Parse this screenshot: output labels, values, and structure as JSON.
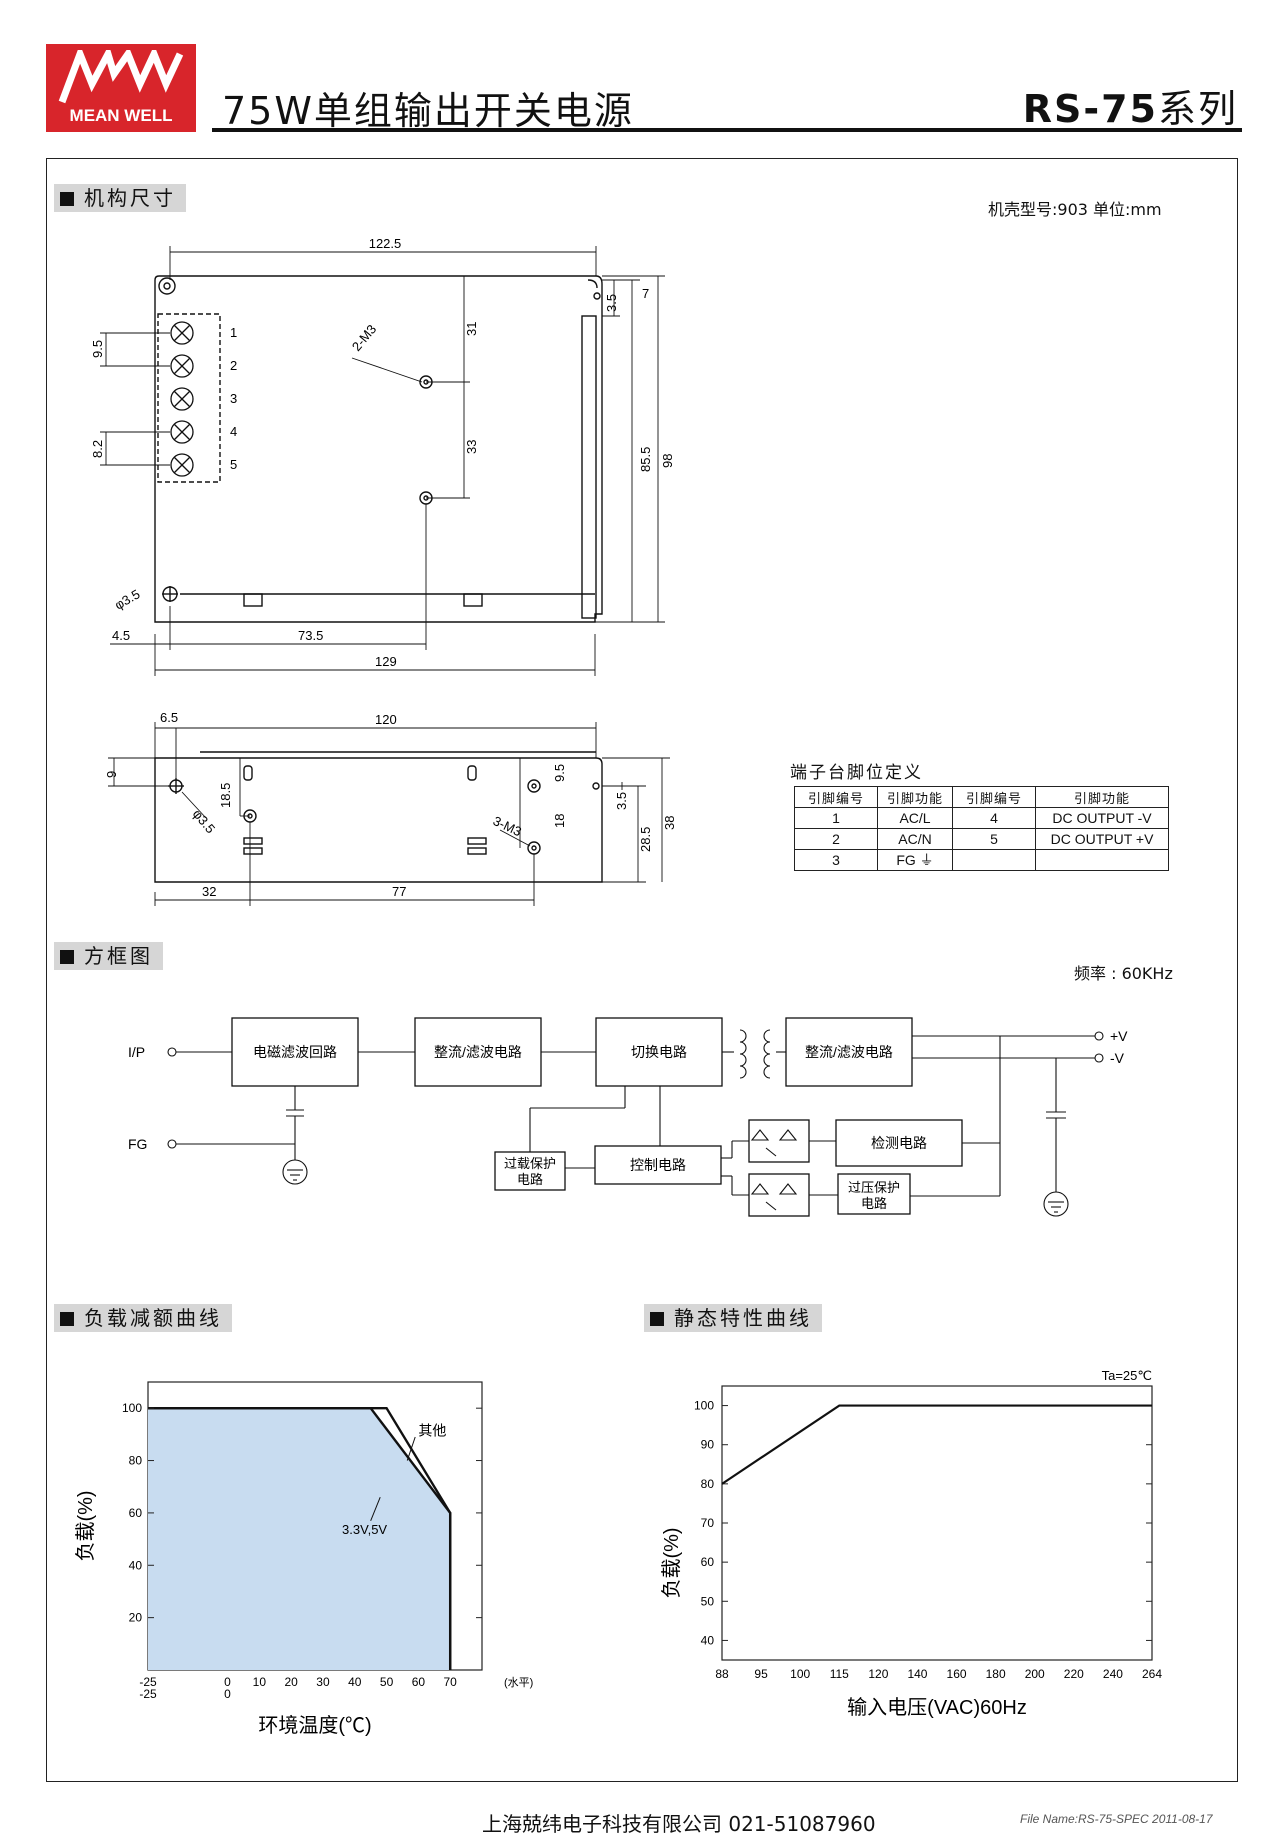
{
  "header": {
    "logo_text": "MEAN WELL",
    "title": "75W单组输出开关电源",
    "series": "RS-75",
    "series_suffix": "系列"
  },
  "sections": {
    "dimensions": "机构尺寸",
    "block_diagram": "方框图",
    "derating": "负载减额曲线",
    "static": "静态特性曲线"
  },
  "mech": {
    "case_note": "机壳型号:903  单位:mm",
    "top_dims": [
      "122.5",
      "7",
      "3.5",
      "31",
      "33",
      "85.5",
      "98",
      "9.5",
      "8.2",
      "2-M3",
      "φ3.5",
      "4.5",
      "73.5",
      "129"
    ],
    "terminals": [
      "1",
      "2",
      "3",
      "4",
      "5"
    ],
    "side_dims": [
      "6.5",
      "120",
      "9",
      "18.5",
      "φ3.5",
      "9.5",
      "18",
      "3-M3",
      "3.5",
      "28.5",
      "38",
      "32",
      "77"
    ]
  },
  "pin_table": {
    "title": "端子台脚位定义",
    "headers": [
      "引脚编号",
      "引脚功能",
      "引脚编号",
      "引脚功能"
    ],
    "rows": [
      [
        "1",
        "AC/L",
        "4",
        "DC OUTPUT -V"
      ],
      [
        "2",
        "AC/N",
        "5",
        "DC OUTPUT +V"
      ],
      [
        "3",
        "FG ⏚",
        "",
        ""
      ]
    ]
  },
  "block": {
    "freq": "频率 : 60KHz",
    "ip": "I/P",
    "fg": "FG",
    "vplus": "+V",
    "vminus": "-V",
    "emi": "电磁滤波回路",
    "rect1": "整流/滤波电路",
    "switch": "切换电路",
    "rect2": "整流/滤波电路",
    "ocp1": "过载保护",
    "ocp2": "电路",
    "control": "控制电路",
    "detect": "检测电路",
    "ovp1": "过压保护",
    "ovp2": "电路"
  },
  "chart_data": [
    {
      "type": "area",
      "title": "",
      "xlabel": "环境温度(℃)",
      "ylabel": "负载(%)",
      "x_unit_note": "(水平)",
      "x_ticks": [
        "-25",
        "0",
        "10",
        "20",
        "30",
        "40",
        "50",
        "60",
        "70"
      ],
      "x_ticks_secondary": [
        "-25",
        "0"
      ],
      "y_ticks": [
        "20",
        "40",
        "60",
        "80",
        "100"
      ],
      "xlim": [
        -25,
        80
      ],
      "ylim": [
        0,
        110
      ],
      "series": [
        {
          "name": "其他",
          "x": [
            -25,
            50,
            70,
            70
          ],
          "y": [
            100,
            100,
            60,
            0
          ]
        },
        {
          "name": "3.3V,5V",
          "x": [
            -25,
            45,
            70,
            70
          ],
          "y": [
            100,
            100,
            60,
            0
          ]
        }
      ]
    },
    {
      "type": "line",
      "title": "",
      "annotation": "Ta=25℃",
      "xlabel": "输入电压(VAC)60Hz",
      "ylabel": "负载(%)",
      "x_ticks": [
        "88",
        "95",
        "100",
        "115",
        "120",
        "140",
        "160",
        "180",
        "200",
        "220",
        "240",
        "264"
      ],
      "y_ticks": [
        "40",
        "50",
        "60",
        "70",
        "80",
        "90",
        "100"
      ],
      "ylim": [
        35,
        105
      ],
      "series": [
        {
          "x": [
            "88",
            "115",
            "264"
          ],
          "y": [
            80,
            100,
            100
          ]
        }
      ]
    }
  ],
  "footer": {
    "company": "上海兢纬电子科技有限公司    021-51087960",
    "file": "File Name:RS-75-SPEC   2011-08-17"
  }
}
